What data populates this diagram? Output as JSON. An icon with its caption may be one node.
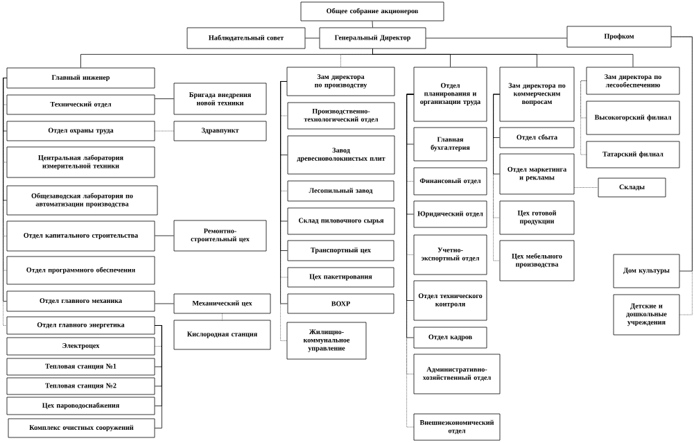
{
  "diagram": {
    "nodes": [
      {
        "text": [
          "Общее собрание акционеров"
        ]
      },
      {
        "text": [
          "Наблюдательный совет"
        ]
      },
      {
        "text": [
          "Генеральный Директор"
        ]
      },
      {
        "text": [
          "Профком"
        ]
      },
      {
        "text": [
          "Главный инженер"
        ]
      },
      {
        "text": [
          "Технический отдел"
        ]
      },
      {
        "text": [
          "Отдел охраны труда"
        ]
      },
      {
        "text": [
          "Центральная лаборатория измерительной техники"
        ]
      },
      {
        "text": [
          "Общезаводская лаборатория по автоматизации производства"
        ]
      },
      {
        "text": [
          "Отдел капитального строительства"
        ]
      },
      {
        "text": [
          "Отдел программного обеспечения"
        ]
      },
      {
        "text": [
          "Отдел главного механика"
        ]
      },
      {
        "text": [
          "Отдел главного энергетика"
        ]
      },
      {
        "text": [
          "Электроцех"
        ]
      },
      {
        "text": [
          "Тепловая станция №1"
        ]
      },
      {
        "text": [
          "Тепловая станция №2"
        ]
      },
      {
        "text": [
          "Цех пароводоснабжения"
        ]
      },
      {
        "text": [
          "Комплекс очистных сооружений"
        ]
      },
      {
        "text": [
          "Бригада внедрения новой техники"
        ]
      },
      {
        "text": [
          "Здравпункт"
        ]
      },
      {
        "text": [
          "Ремонтно-строительный цех"
        ]
      },
      {
        "text": [
          "Механический цех"
        ]
      },
      {
        "text": [
          "Кислородная станция"
        ]
      },
      {
        "text": [
          "Зам директора по производству"
        ]
      },
      {
        "text": [
          "Производственно-технологический отдел"
        ]
      },
      {
        "text": [
          "Завод древесноволокнистых плит"
        ]
      },
      {
        "text": [
          "Лесопильный завод"
        ]
      },
      {
        "text": [
          "Склад пиловочного сырья"
        ]
      },
      {
        "text": [
          "Транспортный цех"
        ]
      },
      {
        "text": [
          "Цех пакетирования"
        ]
      },
      {
        "text": [
          "ВОХР"
        ]
      },
      {
        "text": [
          "Жилищно-коммунальное управление"
        ]
      },
      {
        "text": [
          "Отдел планирования и организации труда"
        ]
      },
      {
        "text": [
          "Главная бухгалтерия"
        ]
      },
      {
        "text": [
          "Финансовый отдел"
        ]
      },
      {
        "text": [
          "Юридический отдел"
        ]
      },
      {
        "text": [
          "Учетно-экспортный отдел"
        ]
      },
      {
        "text": [
          "Отдел технического контроля"
        ]
      },
      {
        "text": [
          "Отдел кадров"
        ]
      },
      {
        "text": [
          "Административно-хозяйственный отдел"
        ]
      },
      {
        "text": [
          "Внешнеэкономический отдел"
        ]
      },
      {
        "text": [
          "Зам директора по коммерческим вопросам"
        ]
      },
      {
        "text": [
          "Отдел сбыта"
        ]
      },
      {
        "text": [
          "Отдел маркетинга и рекламы"
        ]
      },
      {
        "text": [
          "Склады"
        ]
      },
      {
        "text": [
          "Цех готовой продукции"
        ]
      },
      {
        "text": [
          "Цех мебельного производства"
        ]
      },
      {
        "text": [
          "Зам директора по лесообеспечению"
        ]
      },
      {
        "text": [
          "Высокогорский филиал"
        ]
      },
      {
        "text": [
          "Татарский филиал"
        ]
      },
      {
        "text": [
          "Дом культуры"
        ]
      },
      {
        "text": [
          "Детские и дошкольные учреждения"
        ]
      }
    ],
    "edges": [
      {
        "from": 0,
        "to": 2,
        "arrow": "none"
      },
      {
        "from": 1,
        "to": 2,
        "arrow": "none"
      },
      {
        "from": 2,
        "to": 3,
        "arrow": "none"
      },
      {
        "from": 2,
        "to": 4,
        "arrow": "none"
      },
      {
        "from": 2,
        "to": 23,
        "arrow": "none",
        "style": "dashed"
      },
      {
        "from": 2,
        "to": 32,
        "arrow": "none"
      },
      {
        "from": 2,
        "to": 41,
        "arrow": "none"
      },
      {
        "from": 2,
        "to": 47,
        "arrow": "none"
      },
      {
        "from": 4,
        "to": 5,
        "arrow": "none",
        "style": "dashed"
      },
      {
        "from": 4,
        "to": 6,
        "arrow": "none"
      },
      {
        "from": 4,
        "to": 7,
        "arrow": "none",
        "style": "dashed"
      },
      {
        "from": 4,
        "to": 8,
        "arrow": "none"
      },
      {
        "from": 4,
        "to": 9,
        "arrow": "none",
        "style": "dashed"
      },
      {
        "from": 4,
        "to": 10,
        "arrow": "none",
        "style": "dashed"
      },
      {
        "from": 4,
        "to": 11,
        "arrow": "none"
      },
      {
        "from": 4,
        "to": 12,
        "arrow": "none",
        "style": "dashed"
      },
      {
        "from": 5,
        "to": 18,
        "arrow": "none"
      },
      {
        "from": 6,
        "to": 19,
        "arrow": "none",
        "style": "dashed"
      },
      {
        "from": 9,
        "to": 20,
        "arrow": "none"
      },
      {
        "from": 11,
        "to": 21,
        "arrow": "none"
      },
      {
        "from": 21,
        "to": 22,
        "arrow": "none",
        "style": "dashed"
      },
      {
        "from": 12,
        "to": 13,
        "arrow": "none",
        "style": "dashed"
      },
      {
        "from": 12,
        "to": 14,
        "arrow": "none"
      },
      {
        "from": 12,
        "to": 15,
        "arrow": "none"
      },
      {
        "from": 12,
        "to": 16,
        "arrow": "none"
      },
      {
        "from": 12,
        "to": 17,
        "arrow": "none"
      },
      {
        "from": 23,
        "to": 24,
        "arrow": "none",
        "style": "dashed"
      },
      {
        "from": 23,
        "to": 25,
        "arrow": "none"
      },
      {
        "from": 23,
        "to": 26,
        "arrow": "none",
        "style": "dashed"
      },
      {
        "from": 23,
        "to": 27,
        "arrow": "none"
      },
      {
        "from": 23,
        "to": 28,
        "arrow": "none"
      },
      {
        "from": 23,
        "to": 29,
        "arrow": "none",
        "style": "dashed"
      },
      {
        "from": 23,
        "to": 30,
        "arrow": "none"
      },
      {
        "from": 23,
        "to": 31,
        "arrow": "none",
        "style": "dashed"
      },
      {
        "from": 32,
        "to": 33,
        "arrow": "none"
      },
      {
        "from": 32,
        "to": 34,
        "arrow": "none",
        "style": "dashed"
      },
      {
        "from": 32,
        "to": 35,
        "arrow": "none"
      },
      {
        "from": 32,
        "to": 36,
        "arrow": "none",
        "style": "dashed"
      },
      {
        "from": 32,
        "to": 37,
        "arrow": "none"
      },
      {
        "from": 32,
        "to": 38,
        "arrow": "none"
      },
      {
        "from": 32,
        "to": 39,
        "arrow": "none",
        "style": "dashed"
      },
      {
        "from": 32,
        "to": 40,
        "arrow": "none",
        "style": "dashed"
      },
      {
        "from": 41,
        "to": 42,
        "arrow": "none"
      },
      {
        "from": 41,
        "to": 43,
        "arrow": "none"
      },
      {
        "from": 41,
        "to": 45,
        "arrow": "none",
        "style": "dashed"
      },
      {
        "from": 41,
        "to": 46,
        "arrow": "none",
        "style": "dashed"
      },
      {
        "from": 43,
        "to": 44,
        "arrow": "none",
        "style": "dashed"
      },
      {
        "from": 47,
        "to": 48,
        "arrow": "none",
        "style": "dashed"
      },
      {
        "from": 47,
        "to": 49,
        "arrow": "none",
        "style": "dashed"
      },
      {
        "from": 3,
        "to": 50,
        "arrow": "none"
      },
      {
        "from": 3,
        "to": 51,
        "arrow": "none",
        "style": "dashed"
      }
    ]
  }
}
